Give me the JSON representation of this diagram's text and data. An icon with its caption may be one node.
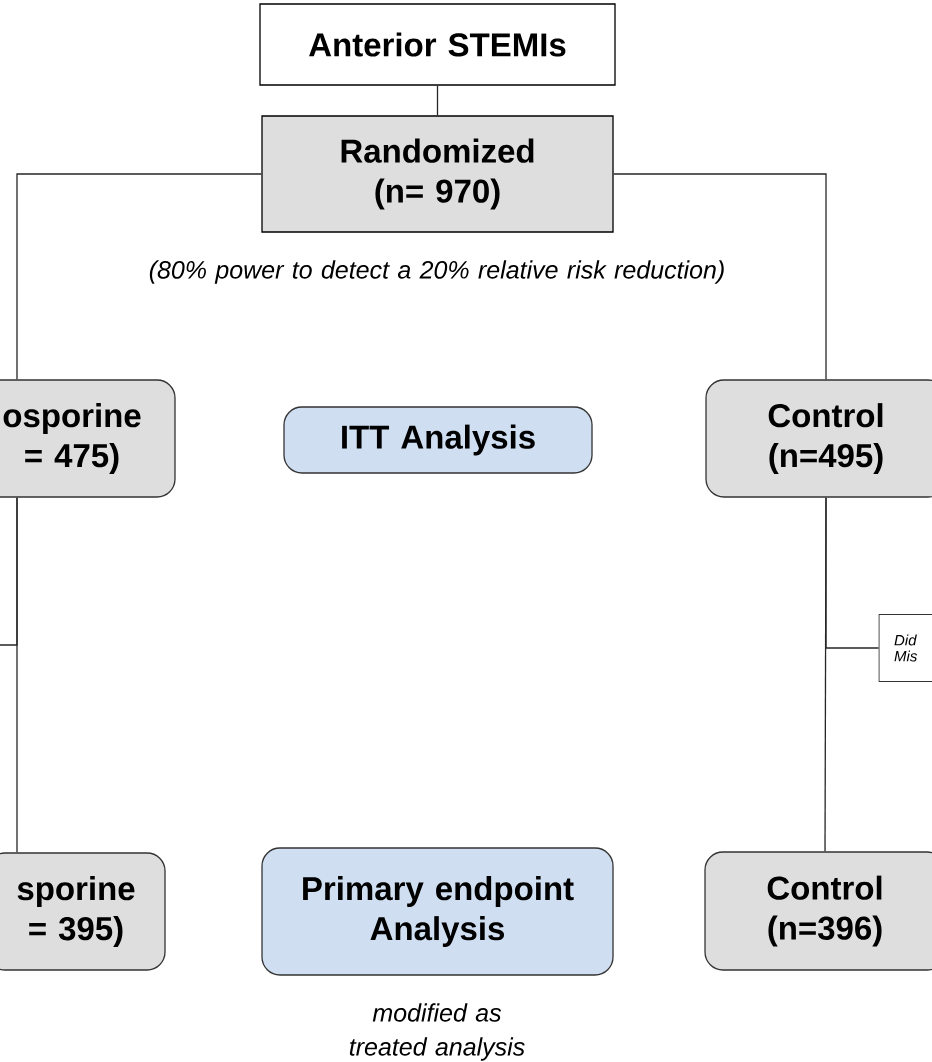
{
  "diagram": {
    "nodes": [
      {
        "text": [
          "Anterior STEMIs"
        ]
      },
      {
        "text": [
          "Randomized (n= 970)"
        ]
      },
      {
        "text": [
          "osporine = 475)"
        ]
      },
      {
        "text": [
          "ITT Analysis"
        ]
      },
      {
        "text": [
          "Control (n=495)"
        ]
      },
      {
        "text": [
          "Did Mis"
        ]
      },
      {
        "text": [
          "sporine = 395)"
        ]
      },
      {
        "text": [
          "Primary endpoint Analysis"
        ]
      },
      {
        "text": [
          "Control (n=396)"
        ]
      }
    ],
    "edges": [
      {
        "from": 0,
        "to": 1,
        "arrow": "none"
      },
      {
        "from": 1,
        "to": 2,
        "arrow": "none"
      },
      {
        "from": 1,
        "to": 4,
        "arrow": "none"
      },
      {
        "from": 2,
        "to": 6,
        "arrow": "none"
      },
      {
        "from": 4,
        "to": 8,
        "arrow": "none"
      },
      {
        "from": 4,
        "to": 5,
        "arrow": "none"
      },
      {
        "from": 2,
        "to": null,
        "arrow": "none"
      }
    ],
    "labels": [
      "(80% power to detect a 20% relative risk reduction)",
      "modified as treated analysis"
    ]
  }
}
